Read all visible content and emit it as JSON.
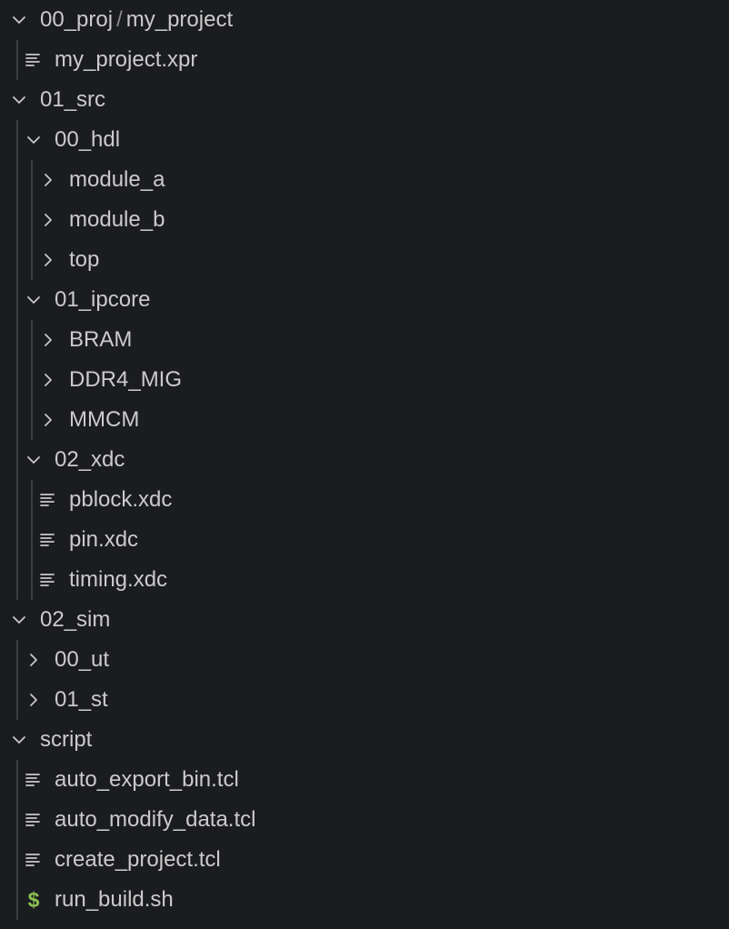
{
  "tree": {
    "rows": [
      {
        "kind": "folder",
        "expanded": true,
        "depth": 0,
        "label": "00_proj",
        "suffix": "my_project",
        "icon": "chevron-down-icon"
      },
      {
        "kind": "file",
        "depth": 1,
        "label": "my_project.xpr",
        "icon": "text-file-icon"
      },
      {
        "kind": "folder",
        "expanded": true,
        "depth": 0,
        "label": "01_src",
        "icon": "chevron-down-icon"
      },
      {
        "kind": "folder",
        "expanded": true,
        "depth": 1,
        "label": "00_hdl",
        "icon": "chevron-down-icon"
      },
      {
        "kind": "folder",
        "expanded": false,
        "depth": 2,
        "label": "module_a",
        "icon": "chevron-right-icon"
      },
      {
        "kind": "folder",
        "expanded": false,
        "depth": 2,
        "label": "module_b",
        "icon": "chevron-right-icon"
      },
      {
        "kind": "folder",
        "expanded": false,
        "depth": 2,
        "label": "top",
        "icon": "chevron-right-icon"
      },
      {
        "kind": "folder",
        "expanded": true,
        "depth": 1,
        "label": "01_ipcore",
        "icon": "chevron-down-icon"
      },
      {
        "kind": "folder",
        "expanded": false,
        "depth": 2,
        "label": "BRAM",
        "icon": "chevron-right-icon"
      },
      {
        "kind": "folder",
        "expanded": false,
        "depth": 2,
        "label": "DDR4_MIG",
        "icon": "chevron-right-icon"
      },
      {
        "kind": "folder",
        "expanded": false,
        "depth": 2,
        "label": "MMCM",
        "icon": "chevron-right-icon"
      },
      {
        "kind": "folder",
        "expanded": true,
        "depth": 1,
        "label": "02_xdc",
        "icon": "chevron-down-icon"
      },
      {
        "kind": "file",
        "depth": 2,
        "label": "pblock.xdc",
        "icon": "text-file-icon"
      },
      {
        "kind": "file",
        "depth": 2,
        "label": "pin.xdc",
        "icon": "text-file-icon"
      },
      {
        "kind": "file",
        "depth": 2,
        "label": "timing.xdc",
        "icon": "text-file-icon"
      },
      {
        "kind": "folder",
        "expanded": true,
        "depth": 0,
        "label": "02_sim",
        "icon": "chevron-down-icon"
      },
      {
        "kind": "folder",
        "expanded": false,
        "depth": 1,
        "label": "00_ut",
        "icon": "chevron-right-icon"
      },
      {
        "kind": "folder",
        "expanded": false,
        "depth": 1,
        "label": "01_st",
        "icon": "chevron-right-icon"
      },
      {
        "kind": "folder",
        "expanded": true,
        "depth": 0,
        "label": "script",
        "icon": "chevron-down-icon"
      },
      {
        "kind": "file",
        "depth": 1,
        "label": "auto_export_bin.tcl",
        "icon": "text-file-icon"
      },
      {
        "kind": "file",
        "depth": 1,
        "label": "auto_modify_data.tcl",
        "icon": "text-file-icon"
      },
      {
        "kind": "file",
        "depth": 1,
        "label": "create_project.tcl",
        "icon": "text-file-icon"
      },
      {
        "kind": "file",
        "depth": 1,
        "label": "run_build.sh",
        "icon": "shell-script-icon"
      }
    ],
    "separator": "/"
  },
  "colors": {
    "background": "#1b1c20",
    "text": "#cbcbcb",
    "chevron": "#c8c8c8",
    "file_icon": "#c8c8c8",
    "shell_icon": "#8cc152",
    "indent_guide": "#3c3d42"
  }
}
